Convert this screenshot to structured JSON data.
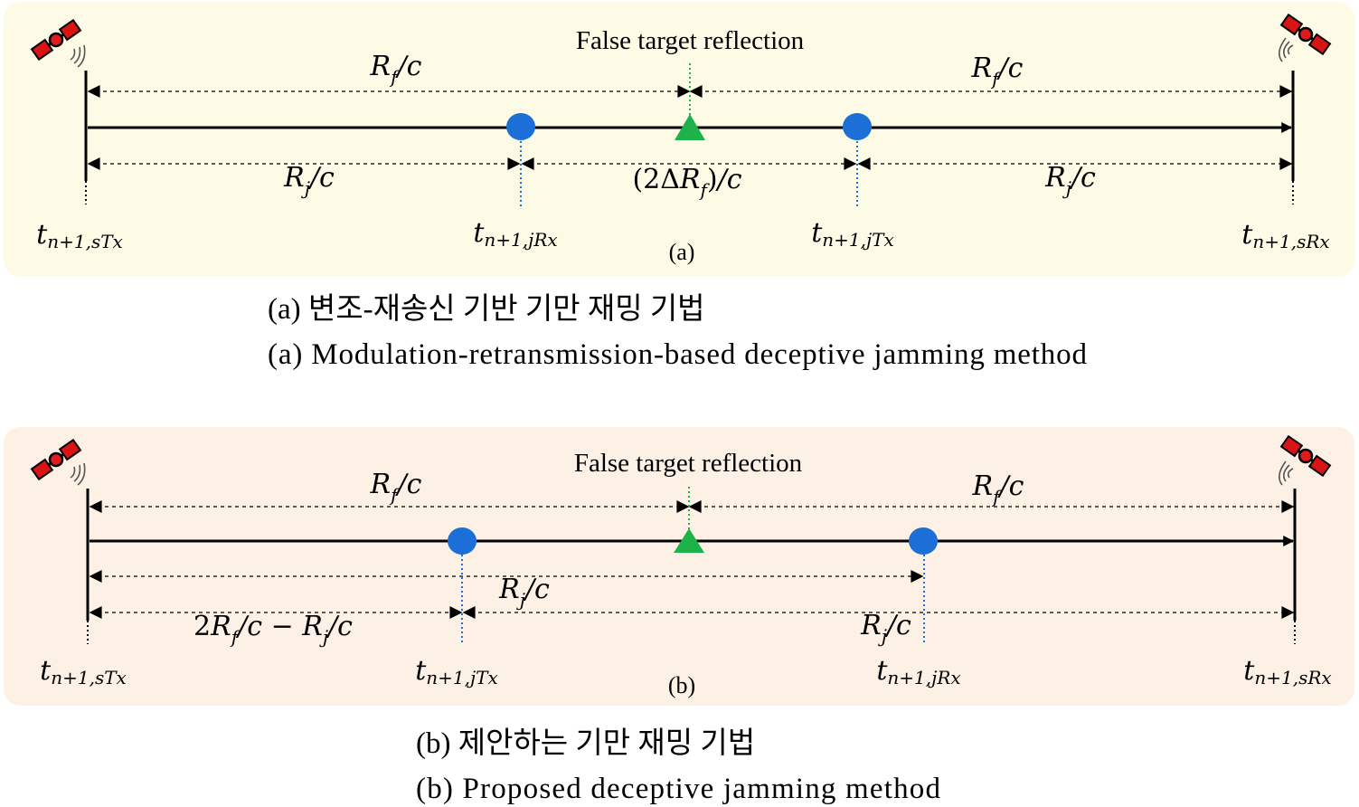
{
  "panel_a": {
    "bg": "#fdfbe6",
    "header": "False target reflection",
    "label_top_left": "Rf/c",
    "label_top_right": "Rf/c",
    "label_bot_left": "Rj/c",
    "label_bot_mid": "(2ΔRf)/c",
    "label_bot_right": "Rj/c",
    "t1": "tn+1,sTx",
    "t2": "tn+1,jRx",
    "t3": "tn+1,jTx",
    "t4": "tn+1,sRx",
    "sublabel": "(a)"
  },
  "caption_a_ko": "(a) 변조-재송신 기반 기만 재밍 기법",
  "caption_a_en": "(a) Modulation-retransmission-based deceptive jamming method",
  "panel_b": {
    "bg": "#fdf1e6",
    "header": "False target reflection",
    "label_top_left": "Rf/c",
    "label_top_right": "Rf/c",
    "label_mid": "Rj/c",
    "label_bot_left": "2Rf/c − Rj/c",
    "label_bot_right": "Rj/c",
    "t1": "tn+1,sTx",
    "t2": "tn+1,jTx",
    "t3": "tn+1,jRx",
    "t4": "tn+1,sRx",
    "sublabel": "(b)"
  },
  "caption_b_ko": "(b) 제안하는 기만 재밍 기법",
  "caption_b_en": "(b) Proposed deceptive jamming method",
  "colors": {
    "jammer": "#1b6fd6",
    "false_target": "#1db34a",
    "satellite": "#e01b1b"
  }
}
